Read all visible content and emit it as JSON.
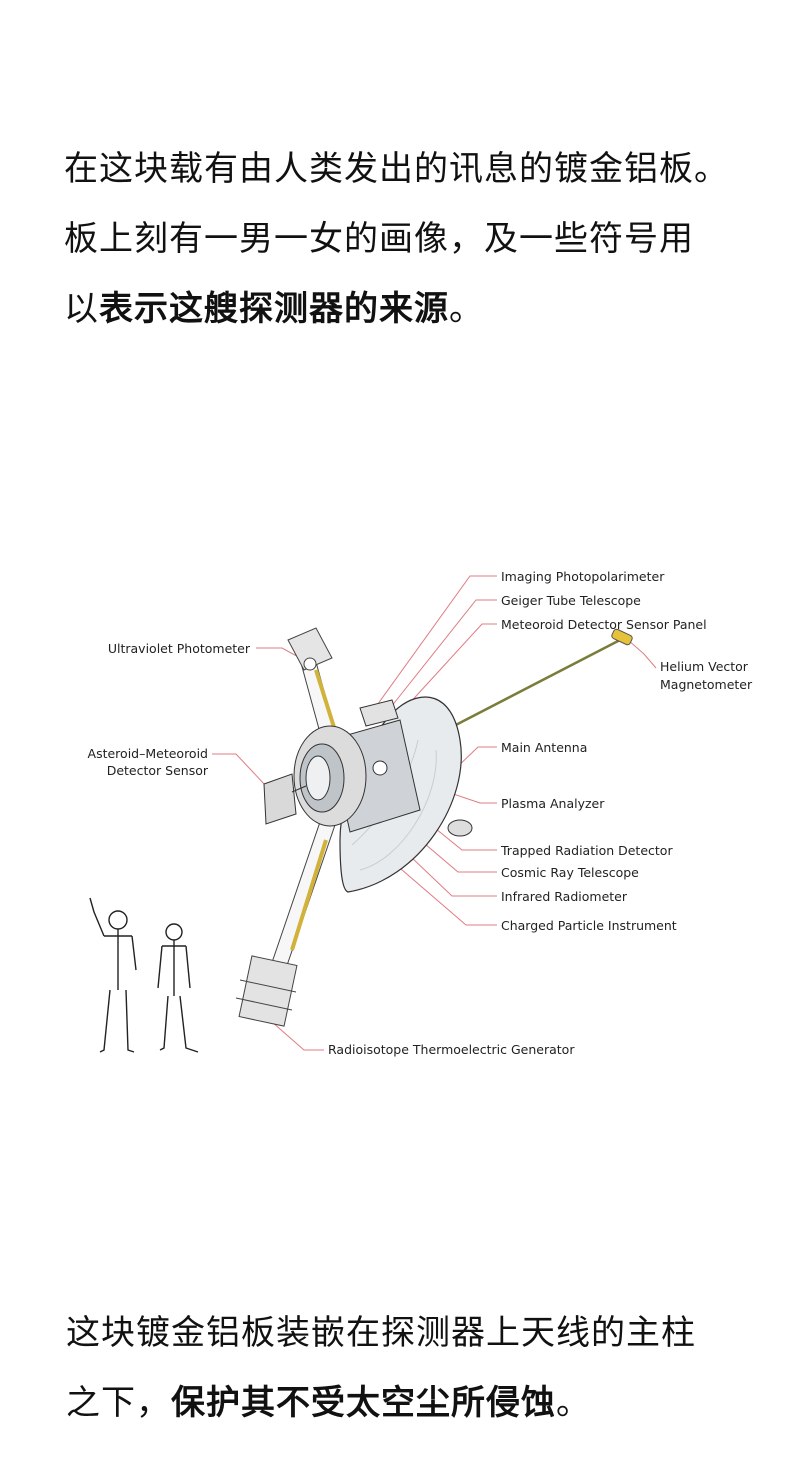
{
  "intro": {
    "line1": "在这块载有由人类发出的讯息的镀金铝板。",
    "line2": "板上刻有一男一女的画像，及一些符号用",
    "line3_plain": "以",
    "line3_bold": "表示这艘探测器的来源",
    "line3_end": "。"
  },
  "diagram": {
    "labels": {
      "imaging_photopolarimeter": "Imaging Photopolarimeter",
      "geiger_tube_telescope": "Geiger Tube Telescope",
      "meteoroid_detector_sensor_panel": "Meteoroid Detector Sensor Panel",
      "ultraviolet_photometer": "Ultraviolet Photometer",
      "helium_vector_line1": "Helium Vector",
      "helium_vector_line2": "Magnetometer",
      "asteroid_meteoroid_line1": "Asteroid–Meteoroid",
      "asteroid_meteoroid_line2": "Detector Sensor",
      "main_antenna": "Main Antenna",
      "plasma_analyzer": "Plasma Analyzer",
      "trapped_radiation_detector": "Trapped Radiation Detector",
      "cosmic_ray_telescope": "Cosmic Ray Telescope",
      "infrared_radiometer": "Infrared Radiometer",
      "charged_particle_instrument": "Charged Particle Instrument",
      "radioisotope_generator": "Radioisotope Thermoelectric Generator"
    },
    "colors": {
      "leader_line": "#e07b85",
      "boom": "#c9b037",
      "dish": "#e8ebee"
    }
  },
  "outro": {
    "line1": "这块镀金铝板装嵌在探测器上天线的主柱",
    "line2_plain": "之下，",
    "line2_bold": "保护其不受太空尘所侵蚀",
    "line2_end": "。"
  }
}
